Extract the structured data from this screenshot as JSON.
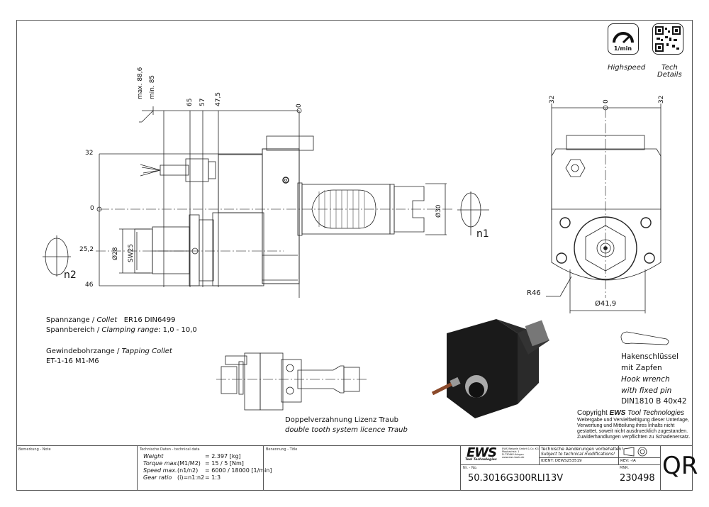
{
  "header_icons": {
    "highspeed": {
      "icon": "speedometer-icon",
      "unit": "1/min",
      "label": "Highspeed"
    },
    "tech_details": {
      "icon": "qr-code-icon",
      "label_line1": "Tech",
      "label_line2": "Details"
    }
  },
  "side_view": {
    "dims_top": [
      "max. 88,6",
      "min. 85",
      "65",
      "57",
      "47,5",
      "0"
    ],
    "dims_left": [
      "32",
      "0",
      "25,2",
      "46"
    ],
    "collet_diameter": "Ø28",
    "wrench_size": "SW25",
    "shank_diameter": "Ø30",
    "rotation_n1": "n1",
    "rotation_n2": "n2"
  },
  "front_view": {
    "dims_top": [
      "32",
      "0",
      "32"
    ],
    "radius": "R46",
    "diameter": "Ø41,9"
  },
  "notes": {
    "collet_line": {
      "de": "Spannzange /",
      "en": "Collet",
      "spec": "ER16    DIN6499"
    },
    "clamping_line": {
      "de": "Spannbereich /",
      "en": "Clamping range",
      "spec": ": 1,0  -  10,0"
    },
    "tapping_line": {
      "de": "Gewindebohrzange /",
      "en": "Tapping Collet"
    },
    "tapping_spec": "ET-1-16   M1-M6",
    "double_tooth_de": "Doppelverzahnung Lizenz Traub",
    "double_tooth_en": "double tooth system licence Traub"
  },
  "hook_wrench": {
    "line1": "Hakenschlüssel",
    "line2": "mit Zapfen",
    "line3": "Hook wrench",
    "line4": "with fixed pin",
    "line5": "DIN1810 B 40x42"
  },
  "copyright": {
    "title_prefix": "Copyright ",
    "title_brand": "EWS",
    "title_suffix": " Tool Technologies",
    "lines": [
      "Weitergabe und Vervielfaeltigung dieser Unterlage,",
      "Verwertung und Mitteilung ihres Inhalts nicht",
      "gestattet, soweit nicht ausdruecklich zugestanden.",
      "Zuwiderhandlungen verpflichten zu Schadenersatz."
    ]
  },
  "title_block": {
    "note_label": "Bemerkung - Note",
    "tech_label": "Technische Daten - technical data",
    "tech_rows": [
      {
        "name": "Weight",
        "param": "",
        "value": "=   2.397 [kg]"
      },
      {
        "name": "Torque max.",
        "param": "(M1/M2)",
        "value": "=   15  /  5 [Nm]"
      },
      {
        "name": "Speed max.",
        "param": "(n1/n2)",
        "value": "=   6000  /  18000 [1/min]"
      },
      {
        "name": "Gear ratio",
        "param": "(i)=n1:n2",
        "value": "=   1:3"
      }
    ],
    "title_label": "Benennung - Title",
    "logo_text": "EWS",
    "logo_sub": "Tool Technologies",
    "company_lines": [
      "EWS Weigele GmbH & Co. KG",
      "Maybachstr. 1",
      "D-73066 Uhingen",
      "www.ews-tools.de"
    ],
    "change_notice_de": "Technische Aenderungen vorbehalten!",
    "change_notice_en": "Subject to technical modifications!",
    "ident": "IDENT:   DEWS253519",
    "rev": "REV:   -/A",
    "nr_label": "Nr. - No.",
    "part_number": "50.3016G300RLI13V",
    "mnr_label": "MNR.",
    "mnr": "230498",
    "qr_text": "QR"
  }
}
